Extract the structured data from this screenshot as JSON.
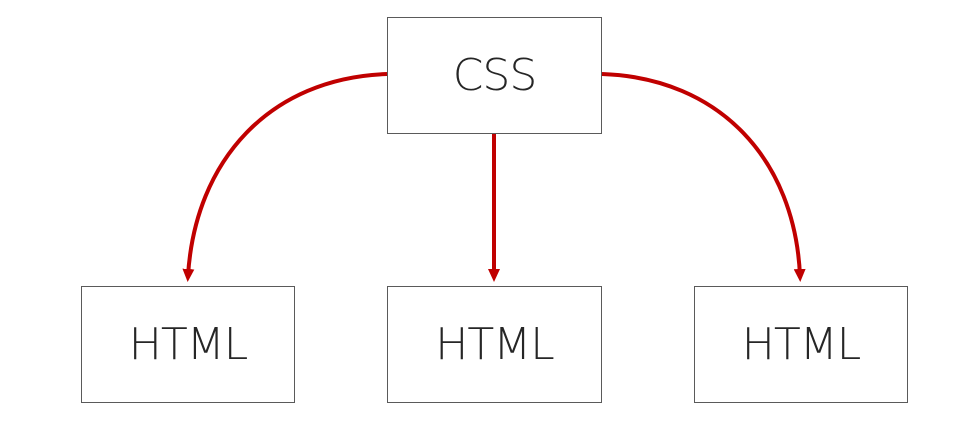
{
  "diagram": {
    "source": {
      "label": "CSS"
    },
    "targets": [
      {
        "label": "HTML"
      },
      {
        "label": "HTML"
      },
      {
        "label": "HTML"
      }
    ],
    "arrow_color": "#c00000",
    "box_border_color": "#5a5a5a",
    "text_color": "#262626"
  }
}
